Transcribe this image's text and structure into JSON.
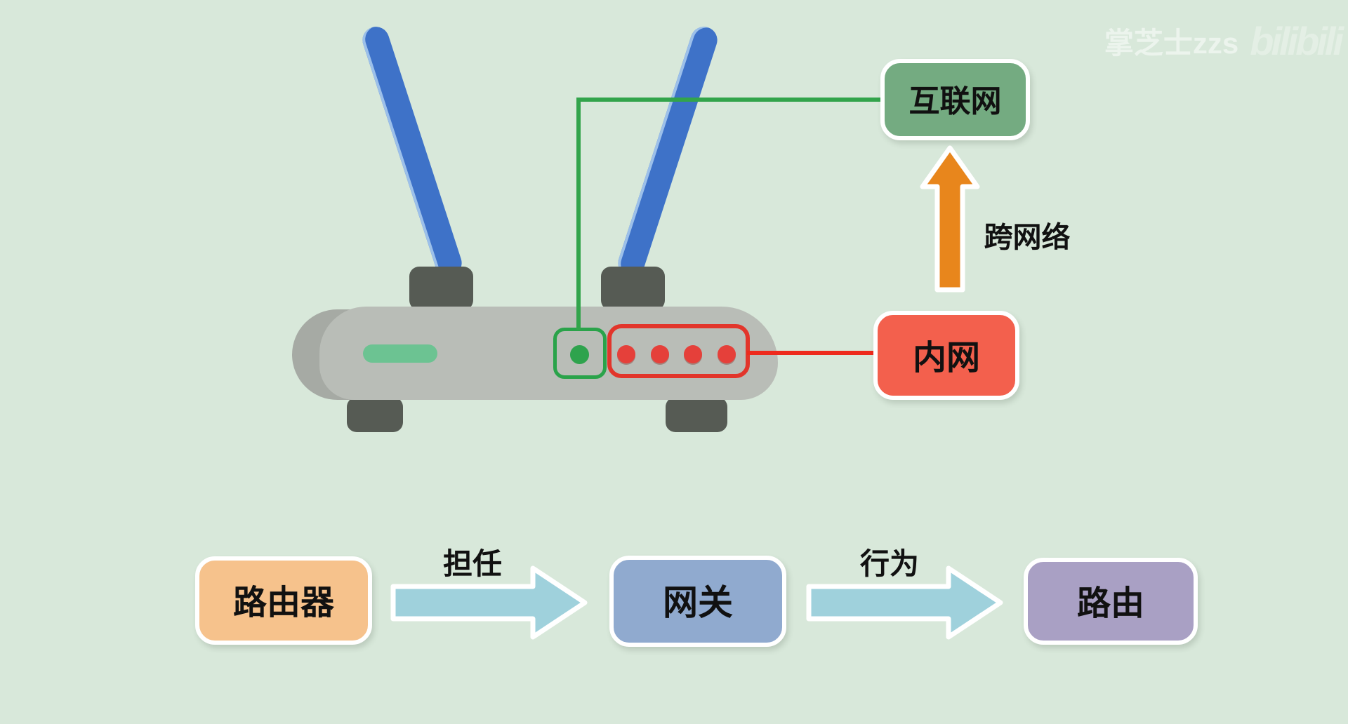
{
  "background": "#d8e8da",
  "watermark": {
    "author": "掌芝士zzs",
    "platform": "bilibili"
  },
  "top_flow": {
    "internet": {
      "label": "互联网",
      "color": "#74ab81"
    },
    "intranet": {
      "label": "内网",
      "color": "#f3604d"
    },
    "arrow_label": "跨网络",
    "arrow_color": "#e8861c",
    "wan_line_color": "#32a44b",
    "lan_line_color": "#ee2a1c"
  },
  "router": {
    "antenna_color": "#3e72c8",
    "body_color": "#b9bdb7",
    "body_shadow_color": "#a6aaa4",
    "hardware_color": "#565b54",
    "status_light_color": "#6cc392",
    "wan_accent": "#2aa34a",
    "wan_dot_color": "#2ea34d",
    "lan_accent": "#e2352b",
    "lan_dot_color": "#e5403a",
    "lan_port_count": 4,
    "antenna_count": 2
  },
  "bottom_flow": {
    "nodes": [
      {
        "label": "路由器",
        "color": "#f6c28c"
      },
      {
        "label": "网关",
        "color": "#90aacf"
      },
      {
        "label": "路由",
        "color": "#a9a0c4"
      }
    ],
    "edges": [
      {
        "label": "担任"
      },
      {
        "label": "行为"
      }
    ],
    "arrow_color": "#9fd1dc"
  }
}
